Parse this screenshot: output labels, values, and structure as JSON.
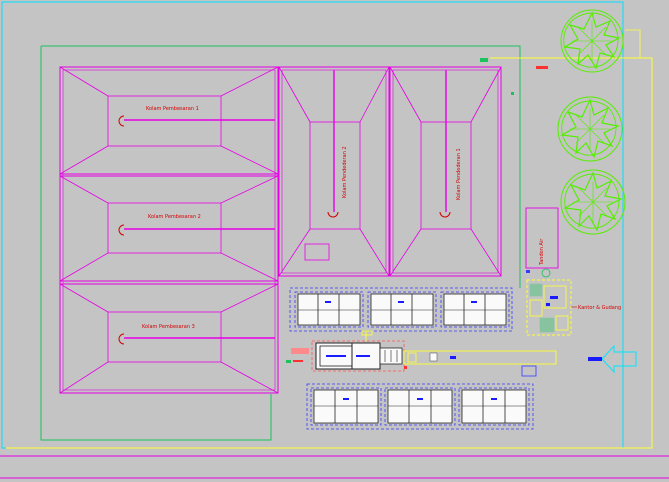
{
  "colors": {
    "background": "#c4c4c4",
    "site_border": "#00e0ff",
    "boundary_green": "#19c25c",
    "pond_magenta": "#e600e6",
    "structure_yellow": "#ffff33",
    "label_red": "#d40000",
    "pipe_blue": "#1a1aff",
    "tank_dash_blue": "#3a3aff",
    "tree_green": "#55ee00",
    "entrance_cyan": "#00e5ff"
  },
  "labels": {
    "pond1": "Kolam Pembesaran 1",
    "pond2": "Kolam Pembesaran 2",
    "pond3": "Kolam Pembesaran 3",
    "pond4": "Kolam Pendederan 2",
    "pond5": "Kolam Pendederan 1",
    "office": "Kantor & Gudang",
    "tank_block": "Tandon Air"
  },
  "icons": {
    "trees": [
      "tree-icon",
      "tree-icon",
      "tree-icon"
    ],
    "entrance": "entrance-arrow-icon",
    "inlet": "inlet-arrow-icon"
  }
}
